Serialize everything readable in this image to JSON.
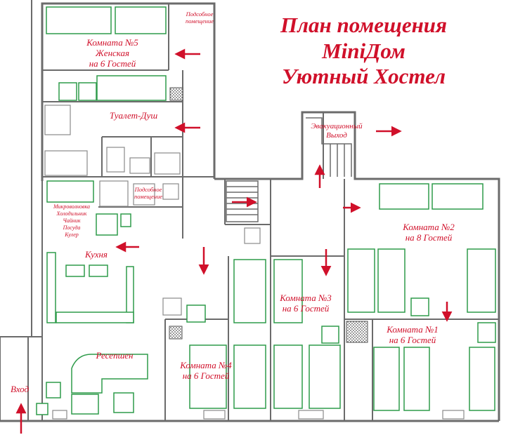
{
  "title": {
    "line1": "План помещения",
    "line2": "MiniДом",
    "line3": "Уютный Хостел"
  },
  "rooms": {
    "room5": {
      "line1": "Комната №5",
      "line2": "Женская",
      "line3": "на 6 Гостей"
    },
    "utility_top": {
      "line1": "Подсобное",
      "line2": "помещение"
    },
    "toilet": "Туалет-Душ",
    "utility_mid": {
      "line1": "Подсобное",
      "line2": "помещение"
    },
    "kitchen_items": [
      "Микроволновка",
      "Холодильник",
      "Чайник",
      "Посуда",
      "Кулер"
    ],
    "kitchen": "Кухня",
    "reception": "Ресепшен",
    "entrance": "Вход",
    "evac": {
      "line1": "Эвакуационный",
      "line2": "Выход"
    },
    "room2": {
      "line1": "Комната №2",
      "line2": "на 8 Гостей"
    },
    "room3": {
      "line1": "Комната №3",
      "line2": "на 6 Гостей"
    },
    "room4": {
      "line1": "Комната №4",
      "line2": "на 6 Гостей"
    },
    "room1": {
      "line1": "Комната №1",
      "line2": "на 6 Гостей"
    }
  },
  "colors": {
    "wall": "#6b6b6b",
    "furniture": "#2e9b4a",
    "accent": "#d0102a"
  }
}
